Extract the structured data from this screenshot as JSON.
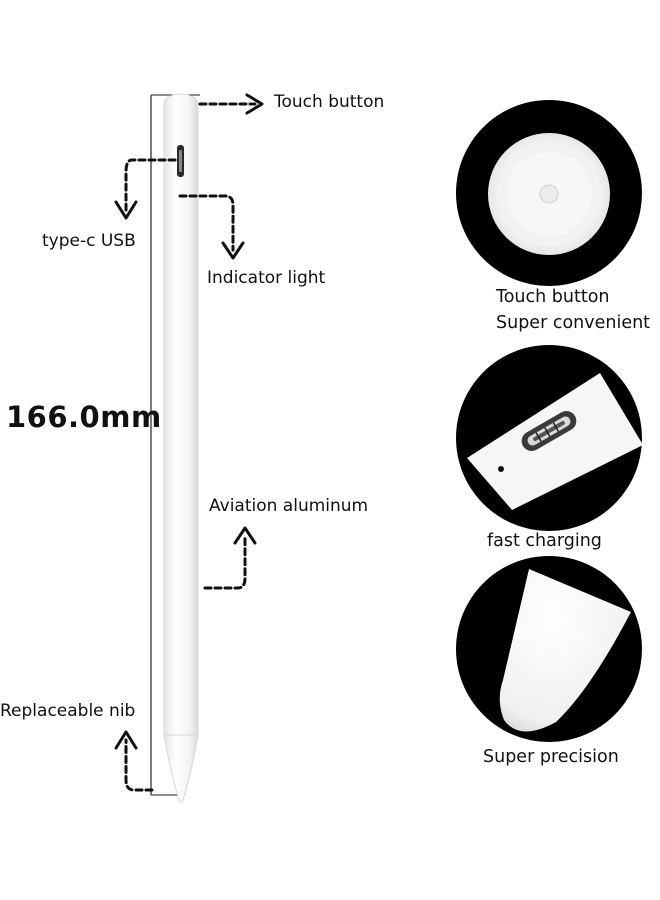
{
  "callouts": {
    "touch_button": "Touch button",
    "typec_usb": "type-c USB",
    "indicator_light": "Indicator light",
    "length": "166.0mm",
    "aviation_aluminum": "Aviation aluminum",
    "replaceable_nib": "Replaceable nib"
  },
  "features": [
    {
      "caption_line1": "Touch button",
      "caption_line2": "Super convenient",
      "icon": "touch-button-closeup-icon"
    },
    {
      "caption_line1": "fast charging",
      "icon": "usb-c-port-closeup-icon"
    },
    {
      "caption_line1": "Super precision",
      "icon": "nib-tip-closeup-icon"
    }
  ],
  "colors": {
    "background": "#ffffff",
    "circle": "#000000",
    "pen_body": "#f7f7f7",
    "text": "#111111"
  }
}
